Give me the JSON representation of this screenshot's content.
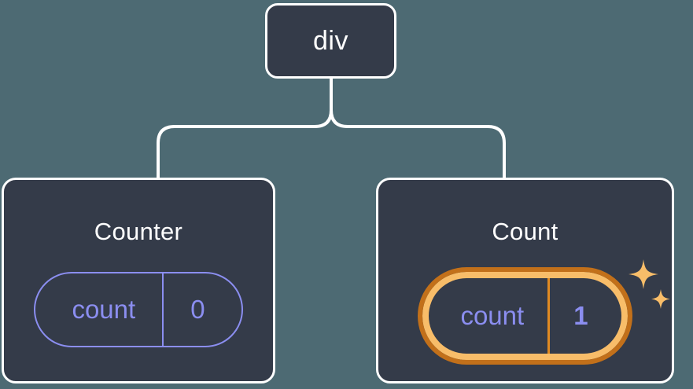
{
  "canvas": {
    "background_color": "#4d6a73",
    "node_fill_color": "#343b49",
    "node_border_color": "#ffffff",
    "connector_color": "#ffffff",
    "state_accent_color": "#8b8ef0",
    "highlight_outer_color": "#c2701a",
    "highlight_inner_color": "#f8bd69",
    "sparkle_color": "#f8bd69"
  },
  "tree": {
    "root": {
      "label": "div"
    },
    "children": [
      {
        "id": "counter",
        "title": "Counter",
        "state": {
          "key": "count",
          "value": "0",
          "highlighted": false
        }
      },
      {
        "id": "count",
        "title": "Count",
        "state": {
          "key": "count",
          "value": "1",
          "highlighted": true
        },
        "sparkles": {
          "large": "sparkle-large-icon",
          "small": "sparkle-small-icon"
        }
      }
    ]
  }
}
